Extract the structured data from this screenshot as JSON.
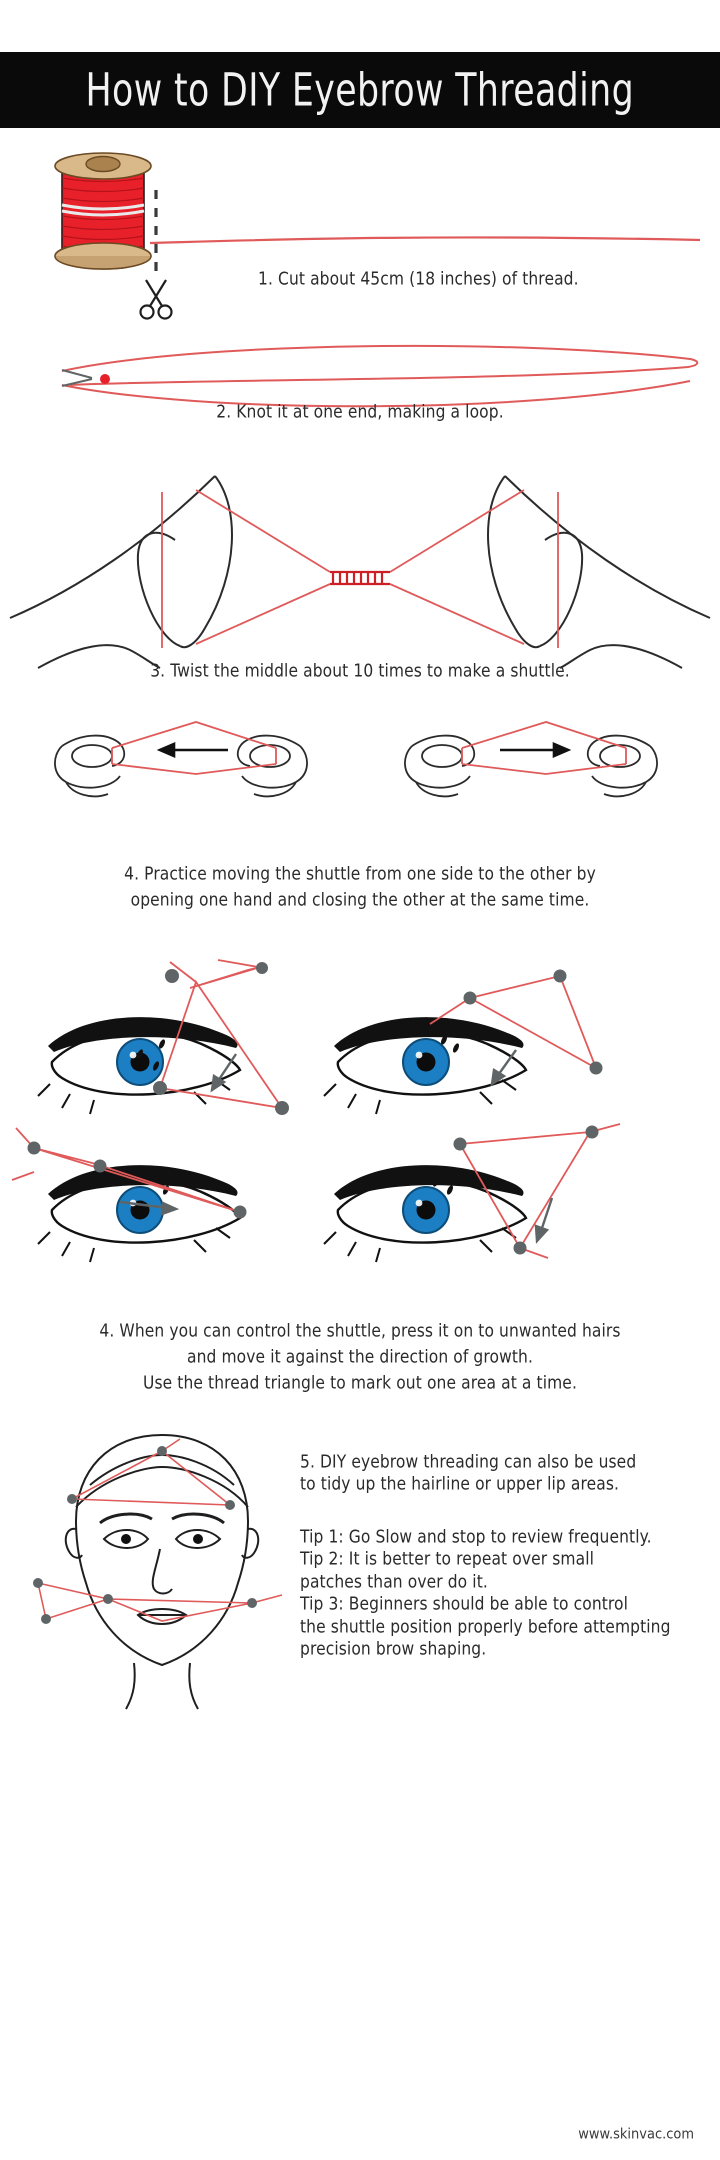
{
  "header": {
    "title": "How to DIY Eyebrow Threading",
    "banner_bg": "#0a0a0a",
    "banner_text_color": "#f2f2f2"
  },
  "colors": {
    "thread_red": "#e8202a",
    "thread_line": "#e05a5a",
    "spool_wood": "#d9b98a",
    "spool_wood_dark": "#a9824e",
    "ink": "#1f1f1f",
    "eye_blue": "#1d7fc3",
    "brow_black": "#111111",
    "marker_gray": "#5f6566"
  },
  "steps": [
    {
      "id": "step-1",
      "icons": [
        "thread-spool-icon",
        "scissors-icon"
      ],
      "caption": "1. Cut about 45cm (18 inches) of thread."
    },
    {
      "id": "step-2",
      "icons": [
        "thread-loop-icon",
        "knot-dot-icon"
      ],
      "caption": "2. Knot it at one end, making a loop."
    },
    {
      "id": "step-3",
      "icons": [
        "two-hands-icon",
        "twisted-shuttle-icon"
      ],
      "caption": "3. Twist the middle about 10 times to make a shuttle."
    },
    {
      "id": "step-4",
      "icons": [
        "hands-shuttle-left-icon",
        "hands-shuttle-right-icon",
        "arrow-left-icon",
        "arrow-right-icon"
      ],
      "caption_line1": "4. Practice moving the shuttle from one side to the other by",
      "caption_line2": "opening one hand and closing the other at the same time."
    },
    {
      "id": "step-5",
      "icons": [
        "eye-top-left-icon",
        "eye-top-right-icon",
        "eye-bottom-left-icon",
        "eye-bottom-right-icon",
        "thread-triangle-icon"
      ],
      "caption_line1": "4. When you can control the shuttle, press it on to unwanted hairs",
      "caption_line2": "and move it against the direction of growth.",
      "caption_line3": "Use the thread triangle to mark out one area at a time."
    }
  ],
  "final": {
    "face_icon": "woman-face-icon",
    "step5_line1": "5. DIY eyebrow threading can also be used",
    "step5_line2": "to tidy up the hairline or upper lip areas.",
    "tips": [
      "Tip 1: Go Slow and stop to review frequently.",
      "Tip 2: It is better to repeat over small",
      "patches than over do it.",
      "Tip 3: Beginners should be able to control",
      "the shuttle position properly before attempting",
      "precision brow shaping."
    ]
  },
  "footer": {
    "url": "www.skinvac.com"
  }
}
